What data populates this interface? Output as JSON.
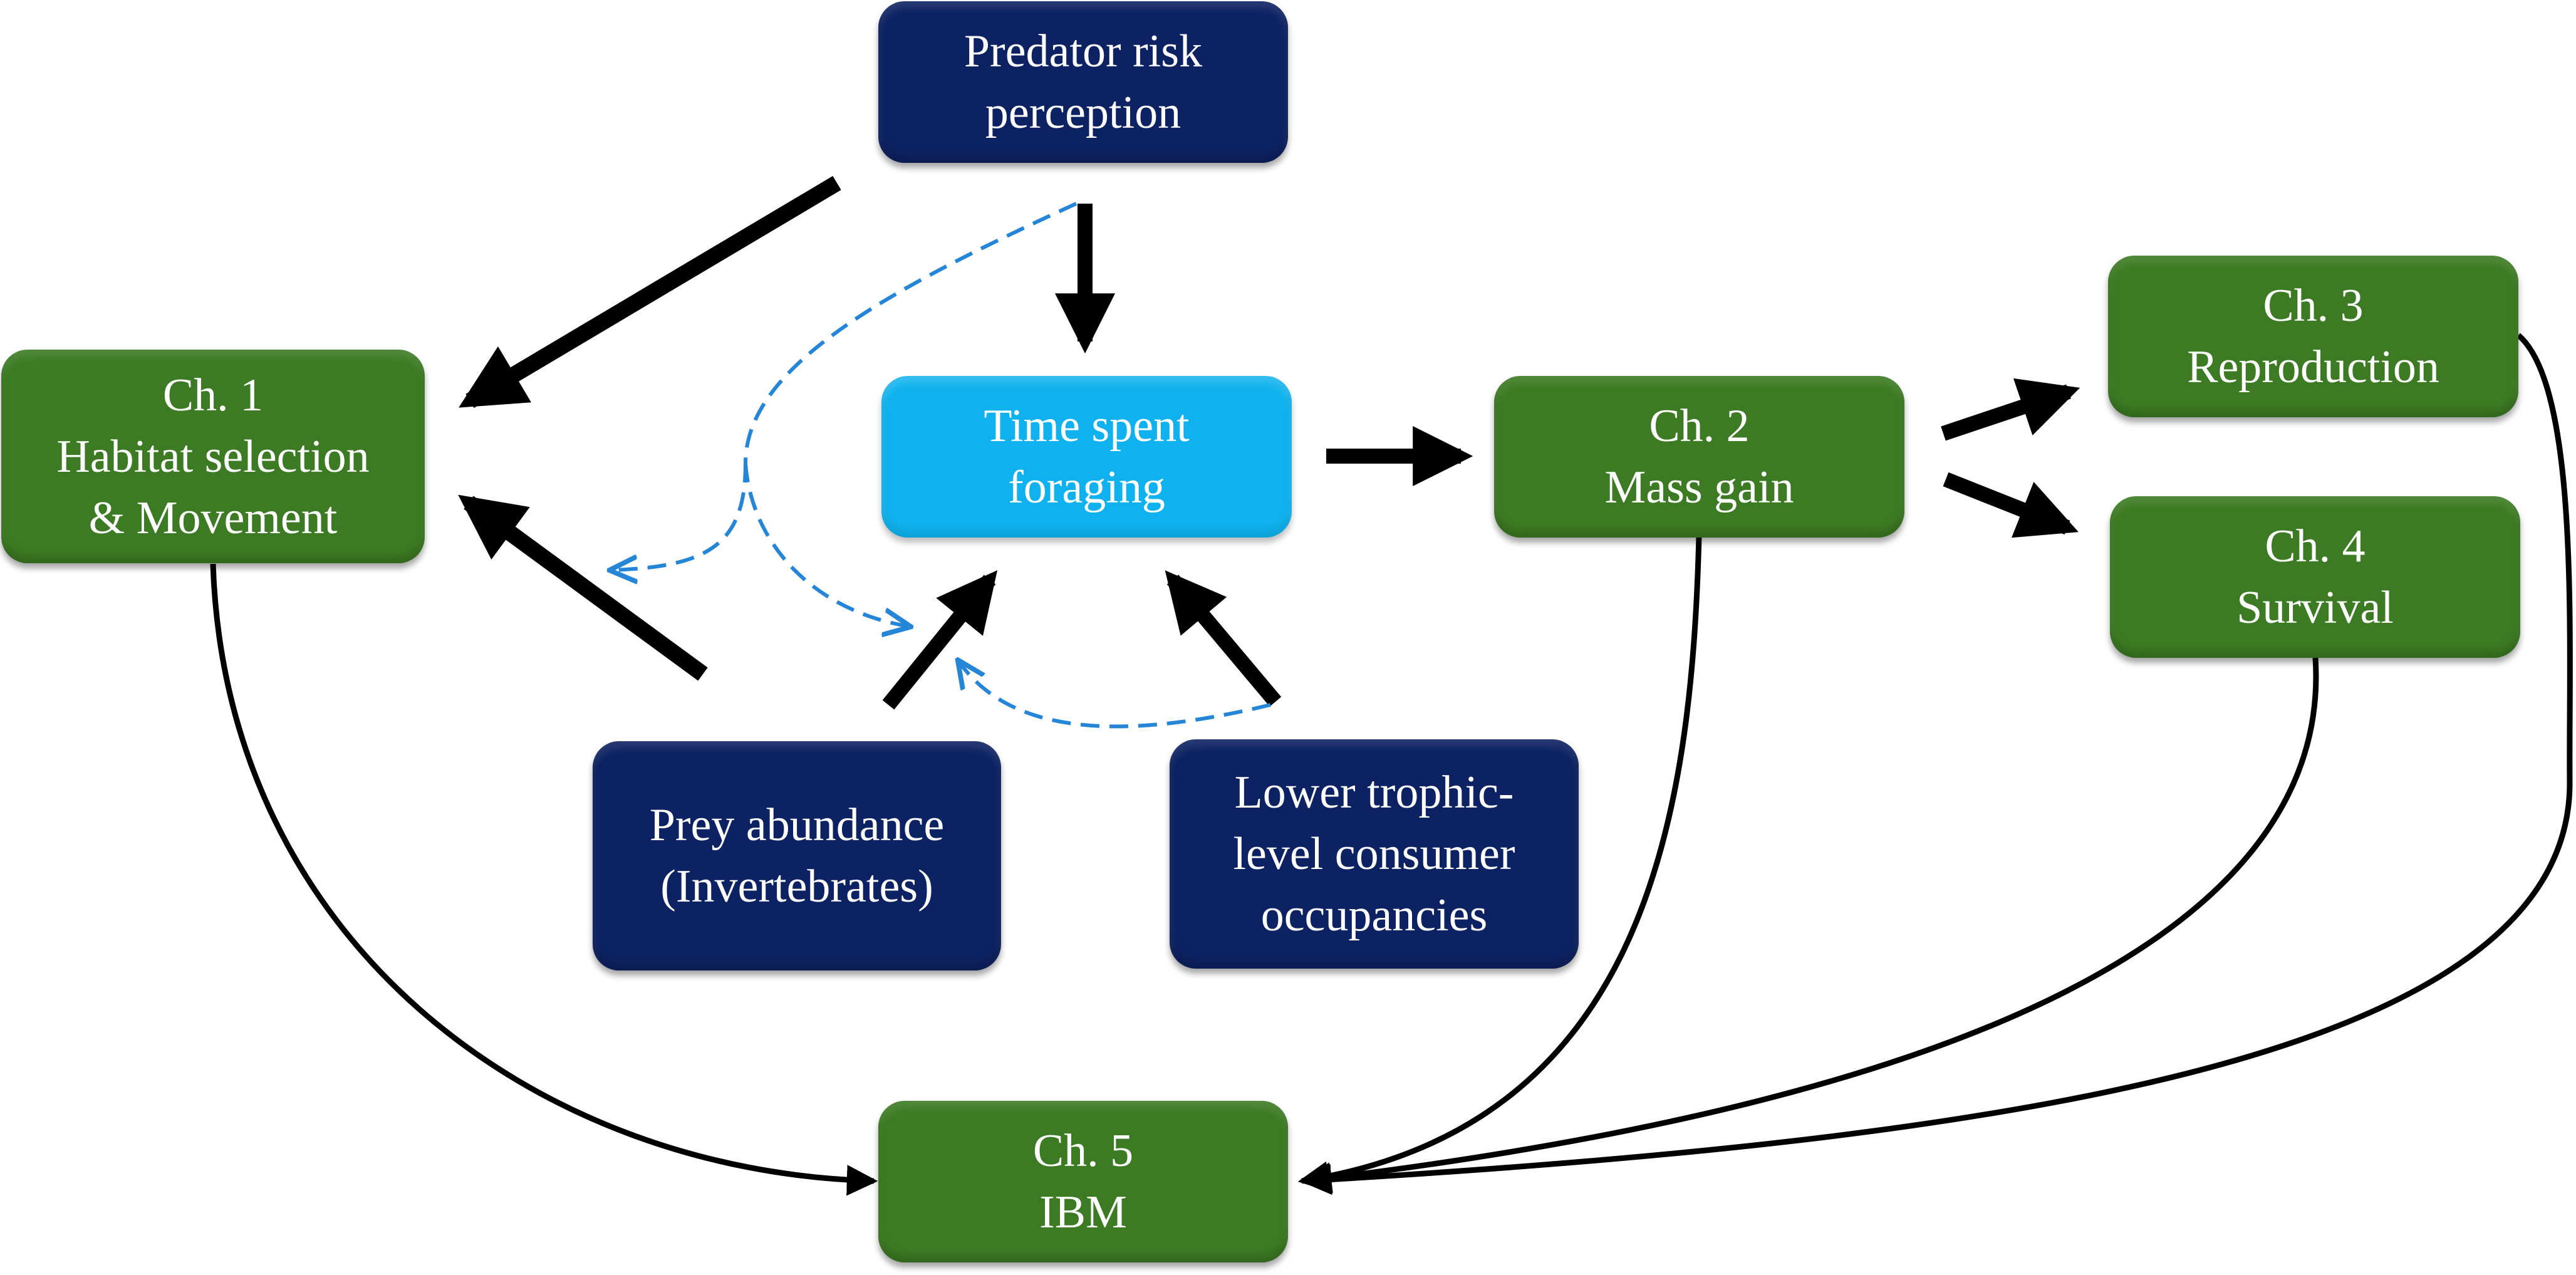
{
  "nodes": {
    "predator": {
      "lines": [
        "Predator risk",
        "perception"
      ],
      "color": "#0d2262"
    },
    "time_foraging": {
      "lines": [
        "Time spent",
        "foraging"
      ],
      "color": "#0fb2ee"
    },
    "ch1": {
      "lines": [
        "Ch. 1",
        "Habitat selection",
        "& Movement"
      ],
      "color": "#3c7b23"
    },
    "ch2": {
      "lines": [
        "Ch. 2",
        "Mass gain"
      ],
      "color": "#3c7b23"
    },
    "ch3": {
      "lines": [
        "Ch. 3",
        "Reproduction"
      ],
      "color": "#3c7b23"
    },
    "ch4": {
      "lines": [
        "Ch. 4",
        "Survival"
      ],
      "color": "#3c7b23"
    },
    "ch5": {
      "lines": [
        "Ch. 5",
        "IBM"
      ],
      "color": "#3c7b23"
    },
    "prey": {
      "lines": [
        "Prey abundance",
        "(Invertebrates)"
      ],
      "color": "#0d2262"
    },
    "lower_trophic": {
      "lines": [
        "Lower trophic-",
        "level consumer",
        "occupancies"
      ],
      "color": "#0d2262"
    }
  },
  "edges": {
    "direct": [
      {
        "from": "predator",
        "to": "ch1"
      },
      {
        "from": "predator",
        "to": "time_foraging"
      },
      {
        "from": "prey",
        "to": "ch1"
      },
      {
        "from": "prey",
        "to": "time_foraging"
      },
      {
        "from": "lower_trophic",
        "to": "time_foraging"
      },
      {
        "from": "time_foraging",
        "to": "ch2"
      },
      {
        "from": "ch2",
        "to": "ch3"
      },
      {
        "from": "ch2",
        "to": "ch4"
      }
    ],
    "curved": [
      {
        "from": "ch1",
        "to": "ch5"
      },
      {
        "from": "ch2",
        "to": "ch5"
      },
      {
        "from": "ch4",
        "to": "ch5"
      },
      {
        "from": "ch3",
        "to": "ch5"
      }
    ],
    "indirect_dashed": [
      {
        "from": "predator",
        "to": "ch1",
        "via": "time_foraging"
      },
      {
        "from": "predator",
        "to": "prey_link",
        "via": "time_foraging"
      },
      {
        "from": "lower_trophic",
        "to": "prey_link"
      }
    ]
  },
  "colors": {
    "navy": "#0d2262",
    "green": "#3c7b23",
    "cyan": "#0fb2ee",
    "arrow": "#000000",
    "dashed": "#2585d6"
  }
}
